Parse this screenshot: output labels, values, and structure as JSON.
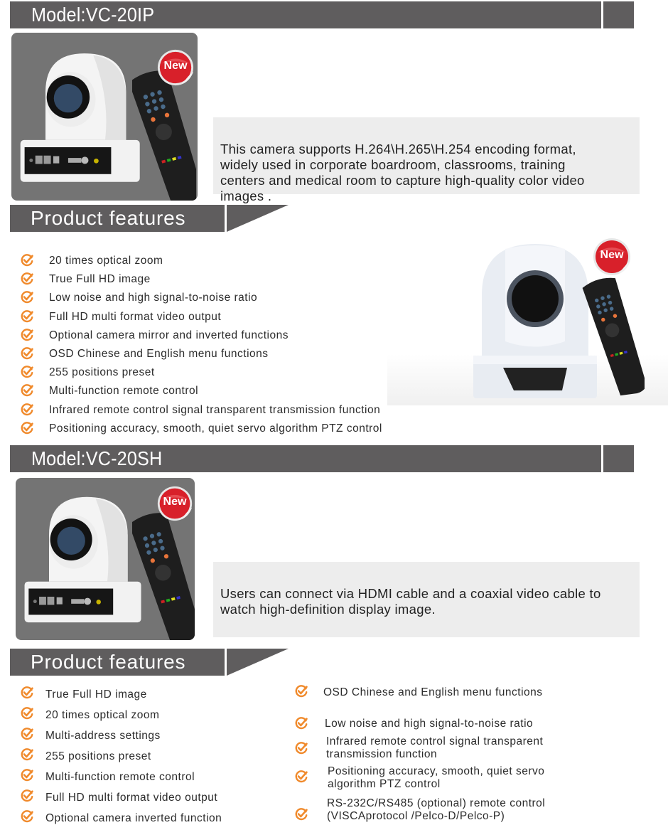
{
  "sections": [
    {
      "model_title": "Model:VC-20IP",
      "badge": "New",
      "description": "This camera supports H.264\\H.265\\H.254 encoding format,\nwidely used in corporate boardroom, classrooms, training\ncenters and medical room to capture high-quality color video\n images .",
      "features_title": "Product features",
      "features": [
        "20 times optical zoom",
        "True Full HD image",
        "Low noise and high signal-to-noise ratio",
        "Full HD multi format video output",
        "Optional camera mirror and inverted functions",
        "OSD Chinese and English menu functions",
        "255 positions preset",
        "Multi-function remote control",
        "Infrared remote control signal transparent transmission function",
        "Positioning accuracy, smooth, quiet servo algorithm PTZ control"
      ],
      "side_badge": "New"
    },
    {
      "model_title": "Model:VC-20SH",
      "badge": "New",
      "description": "Users can connect via HDMI cable and a coaxial video cable to\nwatch high-definition display image.",
      "features_title": "Product features",
      "features_left": [
        "True Full HD image",
        "20 times optical zoom",
        "Multi-address settings",
        "255 positions preset",
        "Multi-function remote control",
        "Full HD multi format video output",
        "Optional camera inverted function"
      ],
      "features_right": [
        "OSD Chinese and English menu functions",
        "Low noise and high signal-to-noise ratio",
        "Infrared remote control signal transparent\ntransmission function",
        "Positioning accuracy, smooth, quiet servo\nalgorithm PTZ control",
        "RS-232C/RS485 (optional) remote control\n(VISCAprotocol /Pelco-D/Pelco-P)"
      ]
    }
  ],
  "colors": {
    "header_bar": "#5f5d5e",
    "check_orange": "#f08a2c",
    "badge_red": "#d8202a",
    "desc_bg": "#ededed",
    "photo_bg": "#747474"
  },
  "icons": {
    "check": "check-circle-icon",
    "badge": "new-sticker-icon"
  }
}
